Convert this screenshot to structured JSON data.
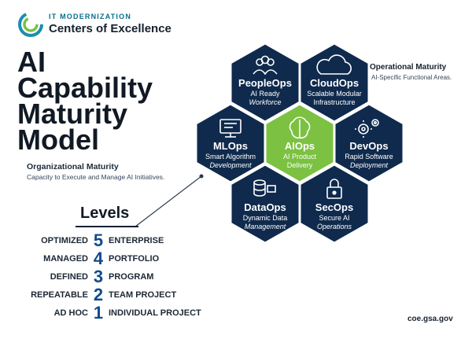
{
  "brand": {
    "kicker": "IT MODERNIZATION",
    "name": "Centers of Excellence"
  },
  "title_lines": [
    "AI",
    "Capability",
    "Maturity",
    "Model"
  ],
  "organizational": {
    "heading": "Organizational Maturity",
    "description": "Capacity to Execute and Manage AI Initiatives."
  },
  "operational": {
    "heading": "Operational Maturity",
    "description": "AI-Specific Functional Areas."
  },
  "levels_title": "Levels",
  "levels": [
    {
      "label": "OPTIMIZED",
      "number": "5",
      "desc": "ENTERPRISE"
    },
    {
      "label": "MANAGED",
      "number": "4",
      "desc": "PORTFOLIO"
    },
    {
      "label": "DEFINED",
      "number": "3",
      "desc": "PROGRAM"
    },
    {
      "label": "REPEATABLE",
      "number": "2",
      "desc": "TEAM PROJECT"
    },
    {
      "label": "AD HOC",
      "number": "1",
      "desc": "INDIVIDUAL PROJECT"
    }
  ],
  "hexes": {
    "peopleops": {
      "title": "PeopleOps",
      "line1": "AI Ready",
      "line2": "Workforce",
      "icon": "people-icon"
    },
    "cloudops": {
      "title": "CloudOps",
      "line1": "Scalable Modular",
      "line2": "Infrastructure",
      "icon": "cloud-icon"
    },
    "mlops": {
      "title": "MLOps",
      "line1": "Smart Algorithm",
      "line2": "Development",
      "icon": "monitor-icon"
    },
    "aiops": {
      "title": "AIOps",
      "line1": "AI Product",
      "line2": "Delivery",
      "icon": "brain-chip-icon"
    },
    "devops": {
      "title": "DevOps",
      "line1": "Rapid Software",
      "line2": "Deployment",
      "icon": "gears-icon"
    },
    "dataops": {
      "title": "DataOps",
      "line1": "Dynamic Data",
      "line2": "Management",
      "icon": "database-icon"
    },
    "secops": {
      "title": "SecOps",
      "line1": "Secure AI",
      "line2": "Operations",
      "icon": "lock-icon"
    }
  },
  "colors": {
    "navy": "#0f2a4d",
    "green": "#7cc142",
    "accent_blue": "#114a8b"
  },
  "url": "coe.gsa.gov"
}
